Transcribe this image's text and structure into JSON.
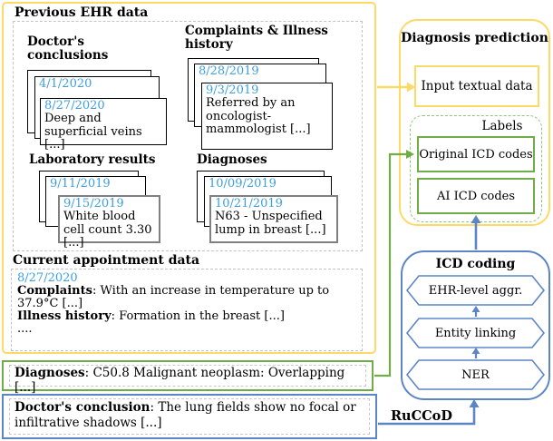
{
  "palette": {
    "yellow": "#FFD966",
    "green": "#70AD47",
    "green_dashed": "#93C47D",
    "blue": "#5C85C5",
    "date_blue": "#3E9EDE",
    "dash_gray": "#C3C3C3",
    "card_gray_border": "#808080"
  },
  "previous_ehr": {
    "title": "Previous EHR data",
    "groups": [
      {
        "title": "Doctor's conclusions",
        "mid_date": "4/1/2020",
        "front_date": "8/27/2020",
        "front_text": "Deep and superficial veins [...]"
      },
      {
        "title": "Complaints & Illness history",
        "mid_date": "8/28/2019",
        "front_date": "9/3/2019",
        "front_text": "Referred by an oncologist-mammologist [...]"
      },
      {
        "title": "Laboratory results",
        "mid_date": "9/11/2019",
        "front_date": "9/15/2019",
        "front_text": "White blood cell count 3.30 [...]"
      },
      {
        "title": "Diagnoses",
        "mid_date": "10/09/2019",
        "front_date": "10/21/2019",
        "front_text": "N63 - Unspecified lump in breast [...]"
      }
    ]
  },
  "current_appointment": {
    "title": "Current appointment data",
    "date": "8/27/2020",
    "entries": [
      {
        "label": "Complaints",
        "text": ": With an increase in temperature up to 37.9°C [...]"
      },
      {
        "label": "Illness history",
        "text": ": Formation in the breast [...]"
      }
    ],
    "more": "...."
  },
  "diagnoses_box": {
    "label": "Diagnoses",
    "text": ": C50.8 Malignant neoplasm: Overlapping [...]"
  },
  "conclusion_box": {
    "label": "Doctor's conclusion",
    "text": ": The lung fields show no focal or infiltrative shadows [...]"
  },
  "diagnosis_prediction": {
    "title": "Diagnosis prediction",
    "input_box": "Input textual data",
    "labels_title": "Labels",
    "original": "Original ICD codes",
    "ai": "AI ICD codes"
  },
  "icd_coding": {
    "title": "ICD coding",
    "steps": [
      "EHR-level aggr.",
      "Entity linking",
      "NER"
    ]
  },
  "ruccod_label": "RuCCoD"
}
